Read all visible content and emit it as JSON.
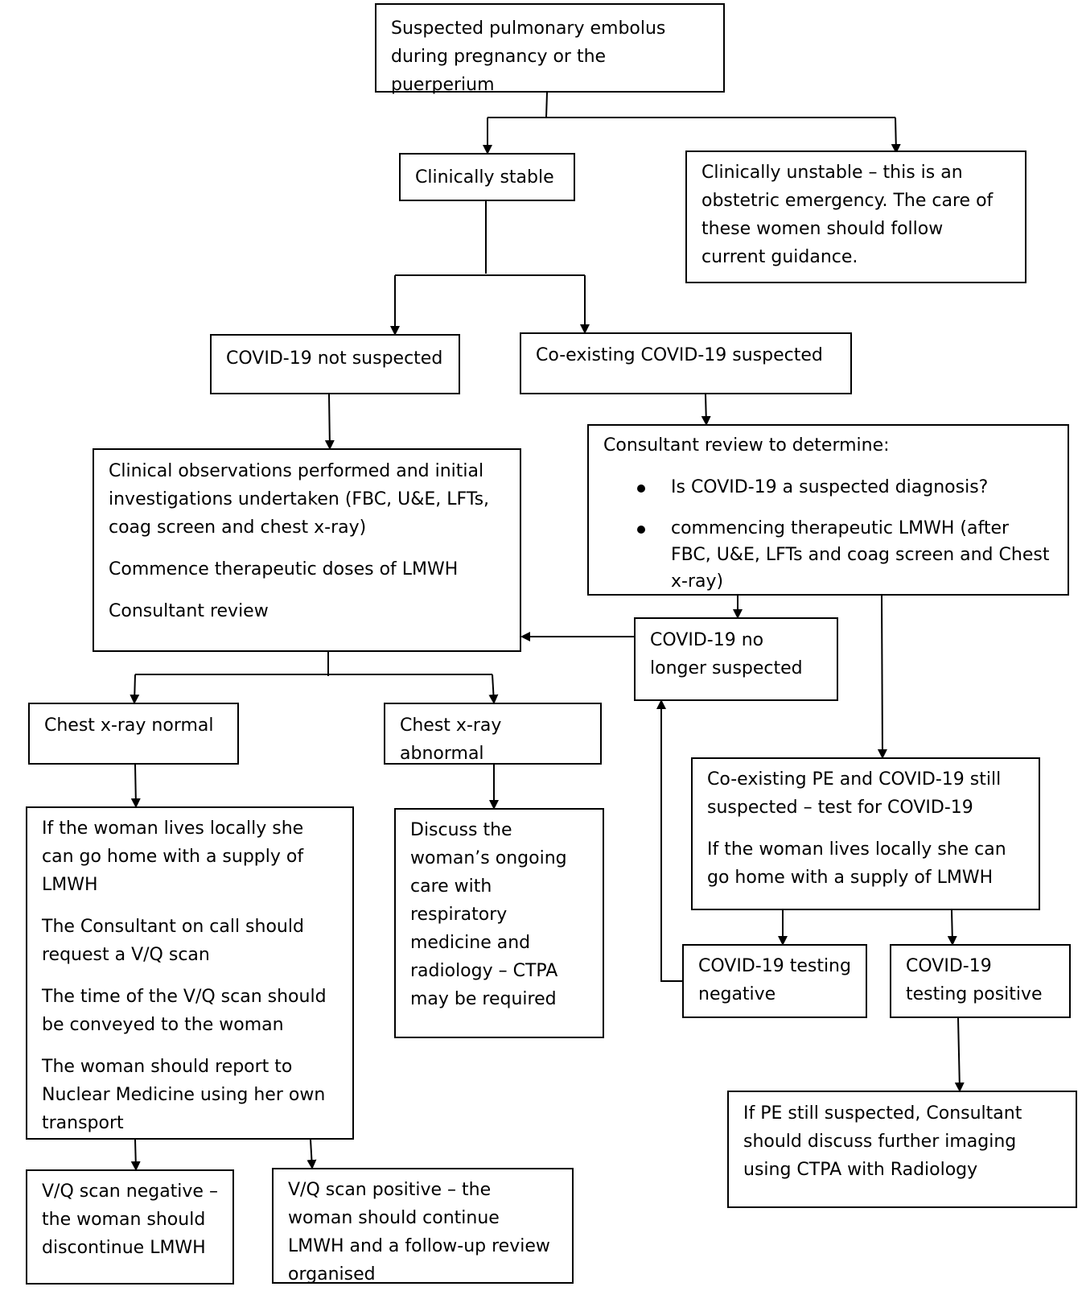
{
  "flowchart": {
    "start": "Suspected pulmonary embolus during pregnancy or the puerperium",
    "stable": "Clinically stable",
    "unstable": "Clinically unstable – this is an obstetric emergency. The care of these women should follow current guidance.",
    "covid_not_suspected": "COVID-19 not suspected",
    "covid_suspected": "Co-existing COVID-19 suspected",
    "clinical_obs": {
      "line1": "Clinical observations performed and initial investigations undertaken (FBC, U&E, LFTs, coag screen and chest x-ray)",
      "line2": "Commence therapeutic doses of LMWH",
      "line3": "Consultant review"
    },
    "consultant_review": {
      "heading": "Consultant review to determine:",
      "bullets": [
        "Is COVID-19 a suspected diagnosis?",
        "commencing therapeutic LMWH (after FBC, U&E, LFTs and coag screen and Chest x-ray)"
      ]
    },
    "covid_no_longer": "COVID-19 no longer suspected",
    "cxr_normal": "Chest x-ray normal",
    "cxr_abnormal": "Chest x-ray abnormal",
    "local_home": {
      "p1": "If the woman lives locally she can go home with a supply of LMWH",
      "p2": "The Consultant on call should request a V/Q scan",
      "p3": "The time of the V/Q scan should be conveyed to the woman",
      "p4": "The woman should report to Nuclear Medicine using her own transport"
    },
    "discuss_care": "Discuss the woman’s ongoing care with respiratory medicine and radiology – CTPA may be required",
    "coexisting_pe": {
      "p1": "Co-existing PE and COVID-19 still suspected – test for COVID-19",
      "p2": "If the woman lives locally she can go home with a supply of LMWH"
    },
    "covid_negative": "COVID-19 testing negative",
    "covid_positive": "COVID-19 testing positive",
    "pe_still_suspected": "If PE still suspected, Consultant should discuss further imaging using CTPA with Radiology",
    "vq_negative": "V/Q scan negative – the woman should discontinue LMWH",
    "vq_positive": "V/Q scan positive – the woman should continue LMWH and a follow-up review organised"
  }
}
